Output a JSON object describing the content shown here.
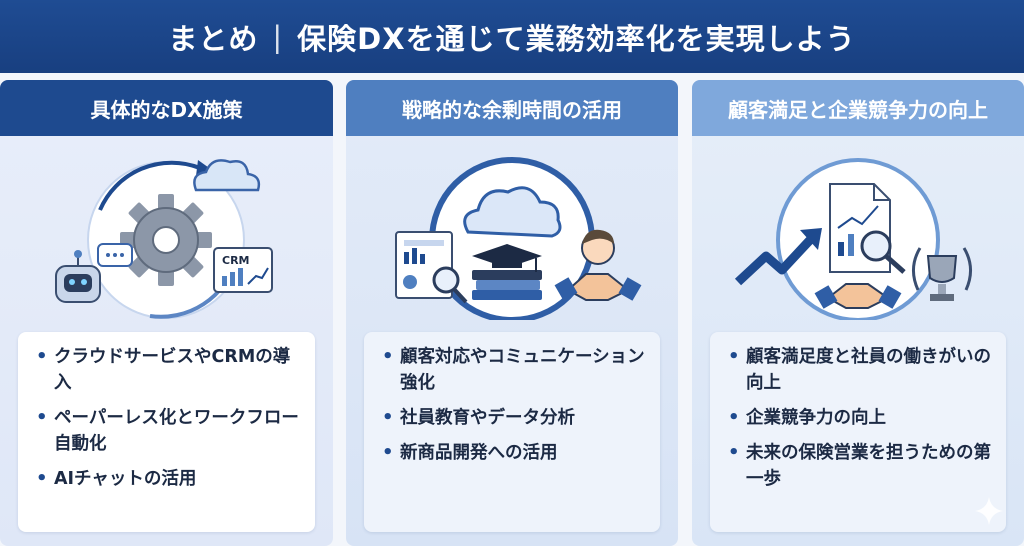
{
  "title": {
    "left": "まとめ",
    "separator": "|",
    "right": "保険DXを通じて業務効率化を実現しよう"
  },
  "columns": [
    {
      "header": "具体的なDX施策",
      "icon_label": "CRM",
      "bullets": [
        "クラウドサービスやCRMの導入",
        "ペーパーレス化とワークフロー自動化",
        "AIチャットの活用"
      ]
    },
    {
      "header": "戦略的な余剰時間の活用",
      "bullets": [
        "顧客対応やコミュニケーション強化",
        "社員教育やデータ分析",
        "新商品開発への活用"
      ]
    },
    {
      "header": "顧客満足と企業競争力の向上",
      "bullets": [
        "顧客満足度と社員の働きがいの向上",
        "企業競争力の向上",
        "未来の保険営業を担うための第一歩"
      ]
    }
  ],
  "icons": {
    "col1": [
      "chatbot-icon",
      "gear-icon",
      "cloud-icon",
      "crm-chart-icon",
      "chat-bubble-icon"
    ],
    "col2": [
      "cloud-icon",
      "report-search-icon",
      "graduation-books-icon",
      "person-icon",
      "handshake-icon"
    ],
    "col3": [
      "upward-arrow-icon",
      "document-chart-icon",
      "magnifier-icon",
      "handshake-icon",
      "trophy-icon",
      "sparkle-icon"
    ]
  },
  "colors": {
    "navy": "#1e4a8f",
    "mid_blue": "#4f7fc0",
    "light_blue": "#7fa8dc",
    "accent_orange": "#f0b07a"
  }
}
